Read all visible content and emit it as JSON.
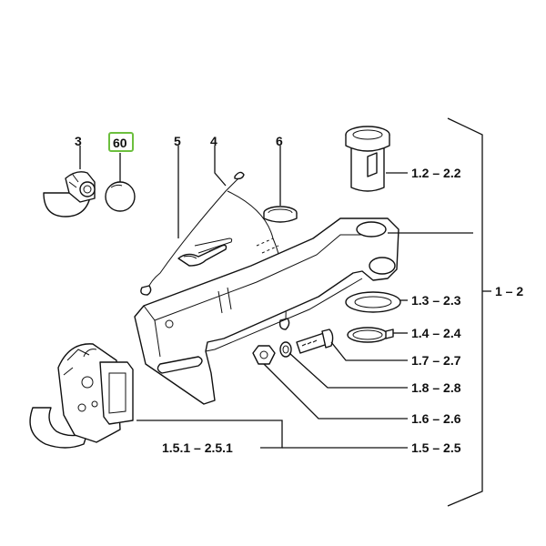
{
  "labels": {
    "p3": "3",
    "p60": "60",
    "p5": "5",
    "p4": "4",
    "p6": "6",
    "pin": "1.2 – 2.2",
    "group": "1 – 2",
    "washer": "1.3 – 2.3",
    "ring": "1.4 – 2.4",
    "bolt": "1.7 – 2.7",
    "lockwasher": "1.8 – 2.8",
    "nut": "1.6 – 2.6",
    "hook": "1.5.1 – 2.5.1",
    "arm": "1.5 – 2.5"
  },
  "highlight_color": "#6cbf3e"
}
